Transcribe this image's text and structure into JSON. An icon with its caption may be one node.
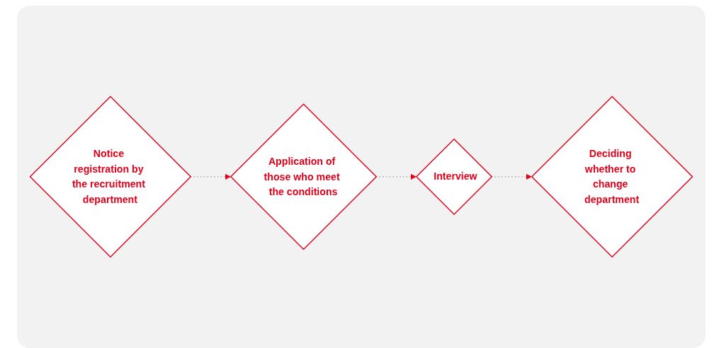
{
  "diagram": {
    "nodes": [
      {
        "text": [
          "Notice registration by the recruitment department"
        ]
      },
      {
        "text": [
          "Application of those who meet the conditions"
        ]
      },
      {
        "text": [
          "Interview"
        ]
      },
      {
        "text": [
          "Deciding whether to change department"
        ]
      }
    ],
    "edges": [
      {
        "from": 0,
        "to": 1,
        "arrow": "to",
        "style": "dashed"
      },
      {
        "from": 1,
        "to": 2,
        "arrow": "to",
        "style": "dashed"
      },
      {
        "from": 2,
        "to": 3,
        "arrow": "to",
        "style": "dashed"
      }
    ]
  }
}
